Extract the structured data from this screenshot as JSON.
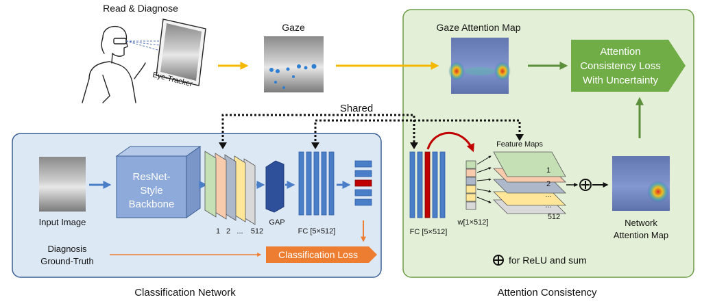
{
  "figure": {
    "top": {
      "read_diagnose": "Read & Diagnose",
      "eye_tracker": "Eye-Tracker",
      "gaze": "Gaze",
      "shared": "Shared"
    },
    "left_panel": {
      "title": "Classification Network",
      "input_image": "Input Image",
      "backbone": [
        "ResNet-",
        "Style",
        "Backbone"
      ],
      "feature_indices": [
        "1",
        "2",
        "...",
        "512"
      ],
      "gap": "GAP",
      "fc": "FC [5×512]",
      "diagnosis": [
        "Diagnosis",
        "Ground-Truth"
      ],
      "classification_loss": "Classification Loss"
    },
    "right_panel": {
      "title": "Attention Consistency",
      "gaze_attention_map": "Gaze Attention Map",
      "loss_box": [
        "Attention",
        "Consistency Loss",
        "With Uncertainty"
      ],
      "feature_maps": "Feature Maps",
      "map_indices": [
        "1",
        "2",
        "...",
        "...",
        "512"
      ],
      "weight": "w[1×512]",
      "fc": "FC [5×512]",
      "network_attention_map": [
        "Network",
        "Attention Map"
      ],
      "relu_sum": "for ReLU and sum",
      "oplus": "⊕"
    },
    "colors": {
      "left_bg": "#dde8f5",
      "left_border": "#3a5f93",
      "right_bg": "#e3efd6",
      "right_border": "#6d9c47",
      "arrow_blue": "#4a7fc8",
      "arrow_orange": "#ed7d31",
      "arrow_yellow": "#f5b800",
      "arrow_green": "#5b8f3b",
      "red": "#c00000",
      "fc_bar": "#4a7fc8",
      "loss_green": "#70ad47"
    }
  }
}
